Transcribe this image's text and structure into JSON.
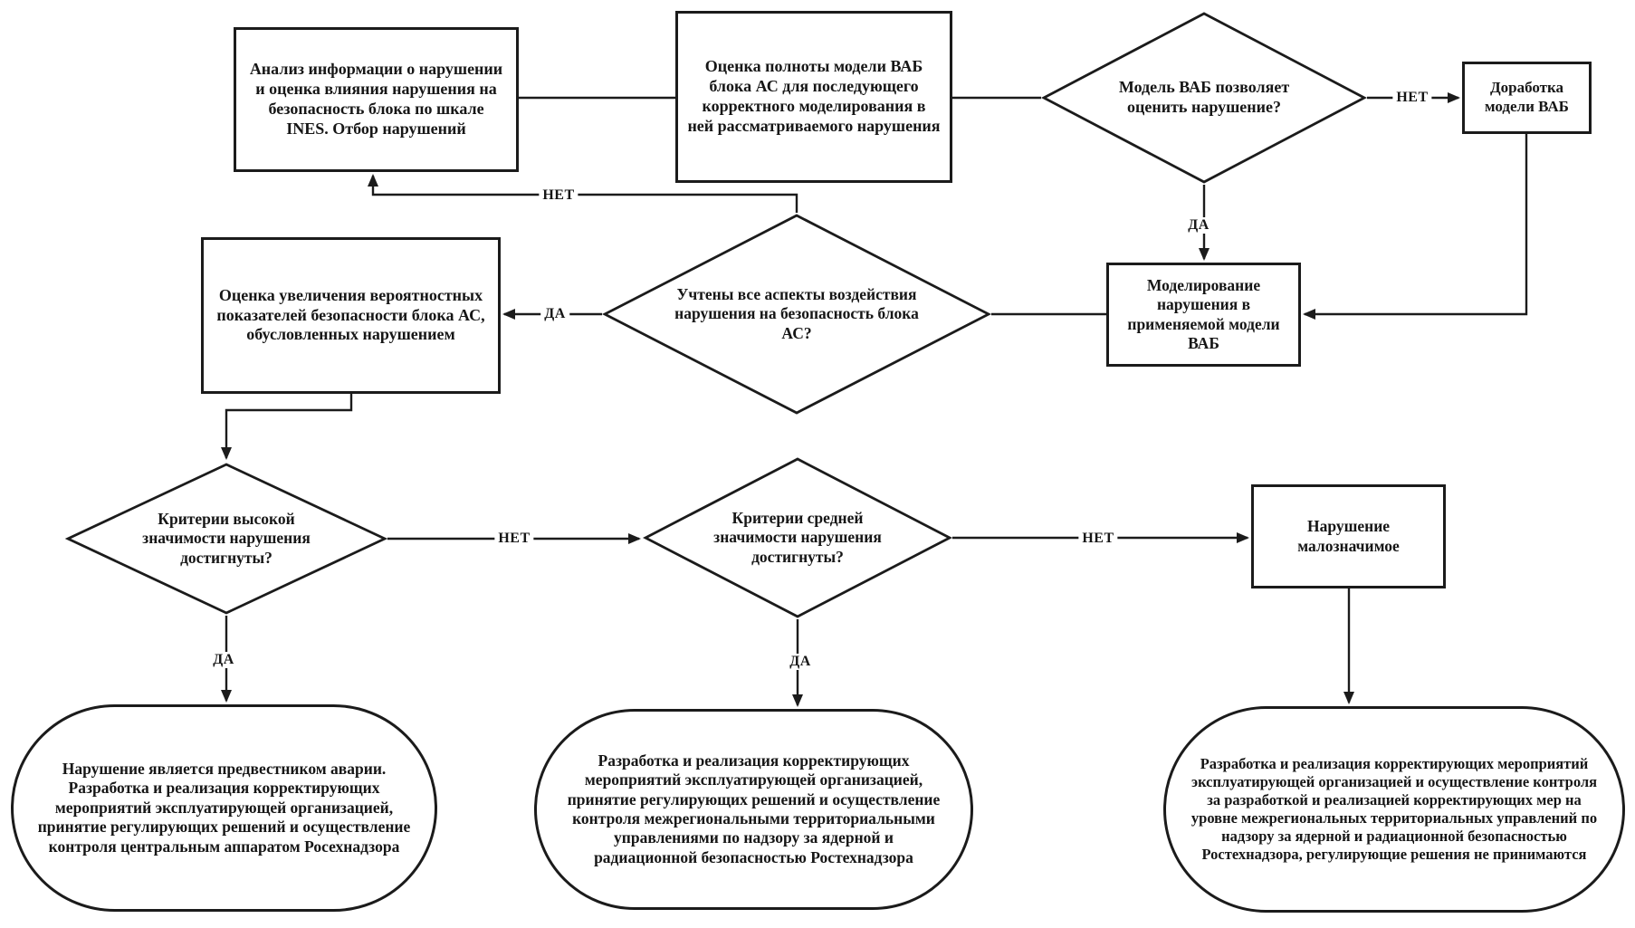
{
  "diagram_title": "Flowchart of violation significance assessment (ВАБ / INES)",
  "colors": {
    "ink": "#1b1b1b",
    "background": "#ffffff"
  },
  "nodes": {
    "analyze": {
      "label": "Анализ информации о нарушении и оценка влияния нарушения на безопасность блока по шкале INES. Отбор нарушений"
    },
    "completeness": {
      "label": "Оценка полноты модели ВАБ блока АС для последующего корректного моделирования в ней рассматриваемого нарушения"
    },
    "model_allows": {
      "label": "Модель ВАБ позволяет оценить нарушение?"
    },
    "refine_model": {
      "label": "Доработка модели ВАБ"
    },
    "simulate": {
      "label": "Моделирование нарушения в применяемой модели ВАБ"
    },
    "all_aspects": {
      "label": "Учтены все аспекты воздействия нарушения на безопасность блока АС?"
    },
    "probability": {
      "label": "Оценка увеличения вероятностных показателей безопасности блока АС, обусловленных нарушением"
    },
    "high_criteria": {
      "label": "Критерии высокой значимости нарушения достигнуты?"
    },
    "medium_criteria": {
      "label": "Критерии средней значимости нарушения достигнуты?"
    },
    "minor": {
      "label": "Нарушение малозначимое"
    },
    "outcome_high": {
      "label": "Нарушение является предвестником аварии. Разработка и реализация корректирующих мероприятий эксплуатирующей организацией, принятие регулирующих решений и осуществление контроля центральным аппаратом Росехнадзора"
    },
    "outcome_medium": {
      "label": "Разработка и реализация корректирующих мероприятий эксплуатирующей организацией, принятие регулирующих решений и осуществление контроля межрегиональными территориальными управлениями по надзору за ядерной и радиационной безопасностью Ростехнадзора"
    },
    "outcome_low": {
      "label": "Разработка и реализация корректирующих мероприятий эксплуатирующей организацией и осуществление контроля за разработкой и реализацией корректирующих мер на уровне межрегиональных территориальных управлений по надзору за ядерной и радиационной безопасностью Ростехнадзора, регулирующие решения не принимаются"
    }
  },
  "edge_labels": {
    "model_no": "НЕТ",
    "model_yes": "ДА",
    "aspects_no": "НЕТ",
    "aspects_yes": "ДА",
    "high_no": "НЕТ",
    "high_yes": "ДА",
    "medium_no": "НЕТ",
    "medium_yes": "ДА"
  }
}
